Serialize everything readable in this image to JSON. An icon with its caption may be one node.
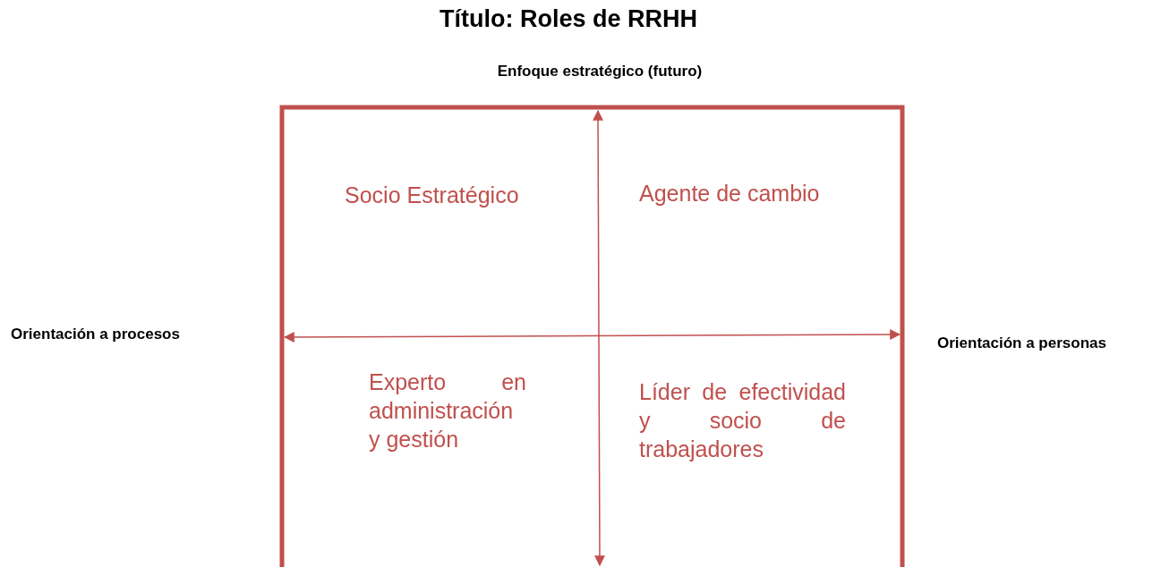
{
  "diagram": {
    "title": "Título: Roles de RRHH",
    "labels": [
      "Enfoque estratégico (futuro)",
      "Socio Estratégico",
      "Agente de cambio",
      "Orientación a procesos",
      "Orientación a personas",
      "Experto en administración y gestión",
      "Líder de efectividad y socio de trabajadores"
    ]
  }
}
